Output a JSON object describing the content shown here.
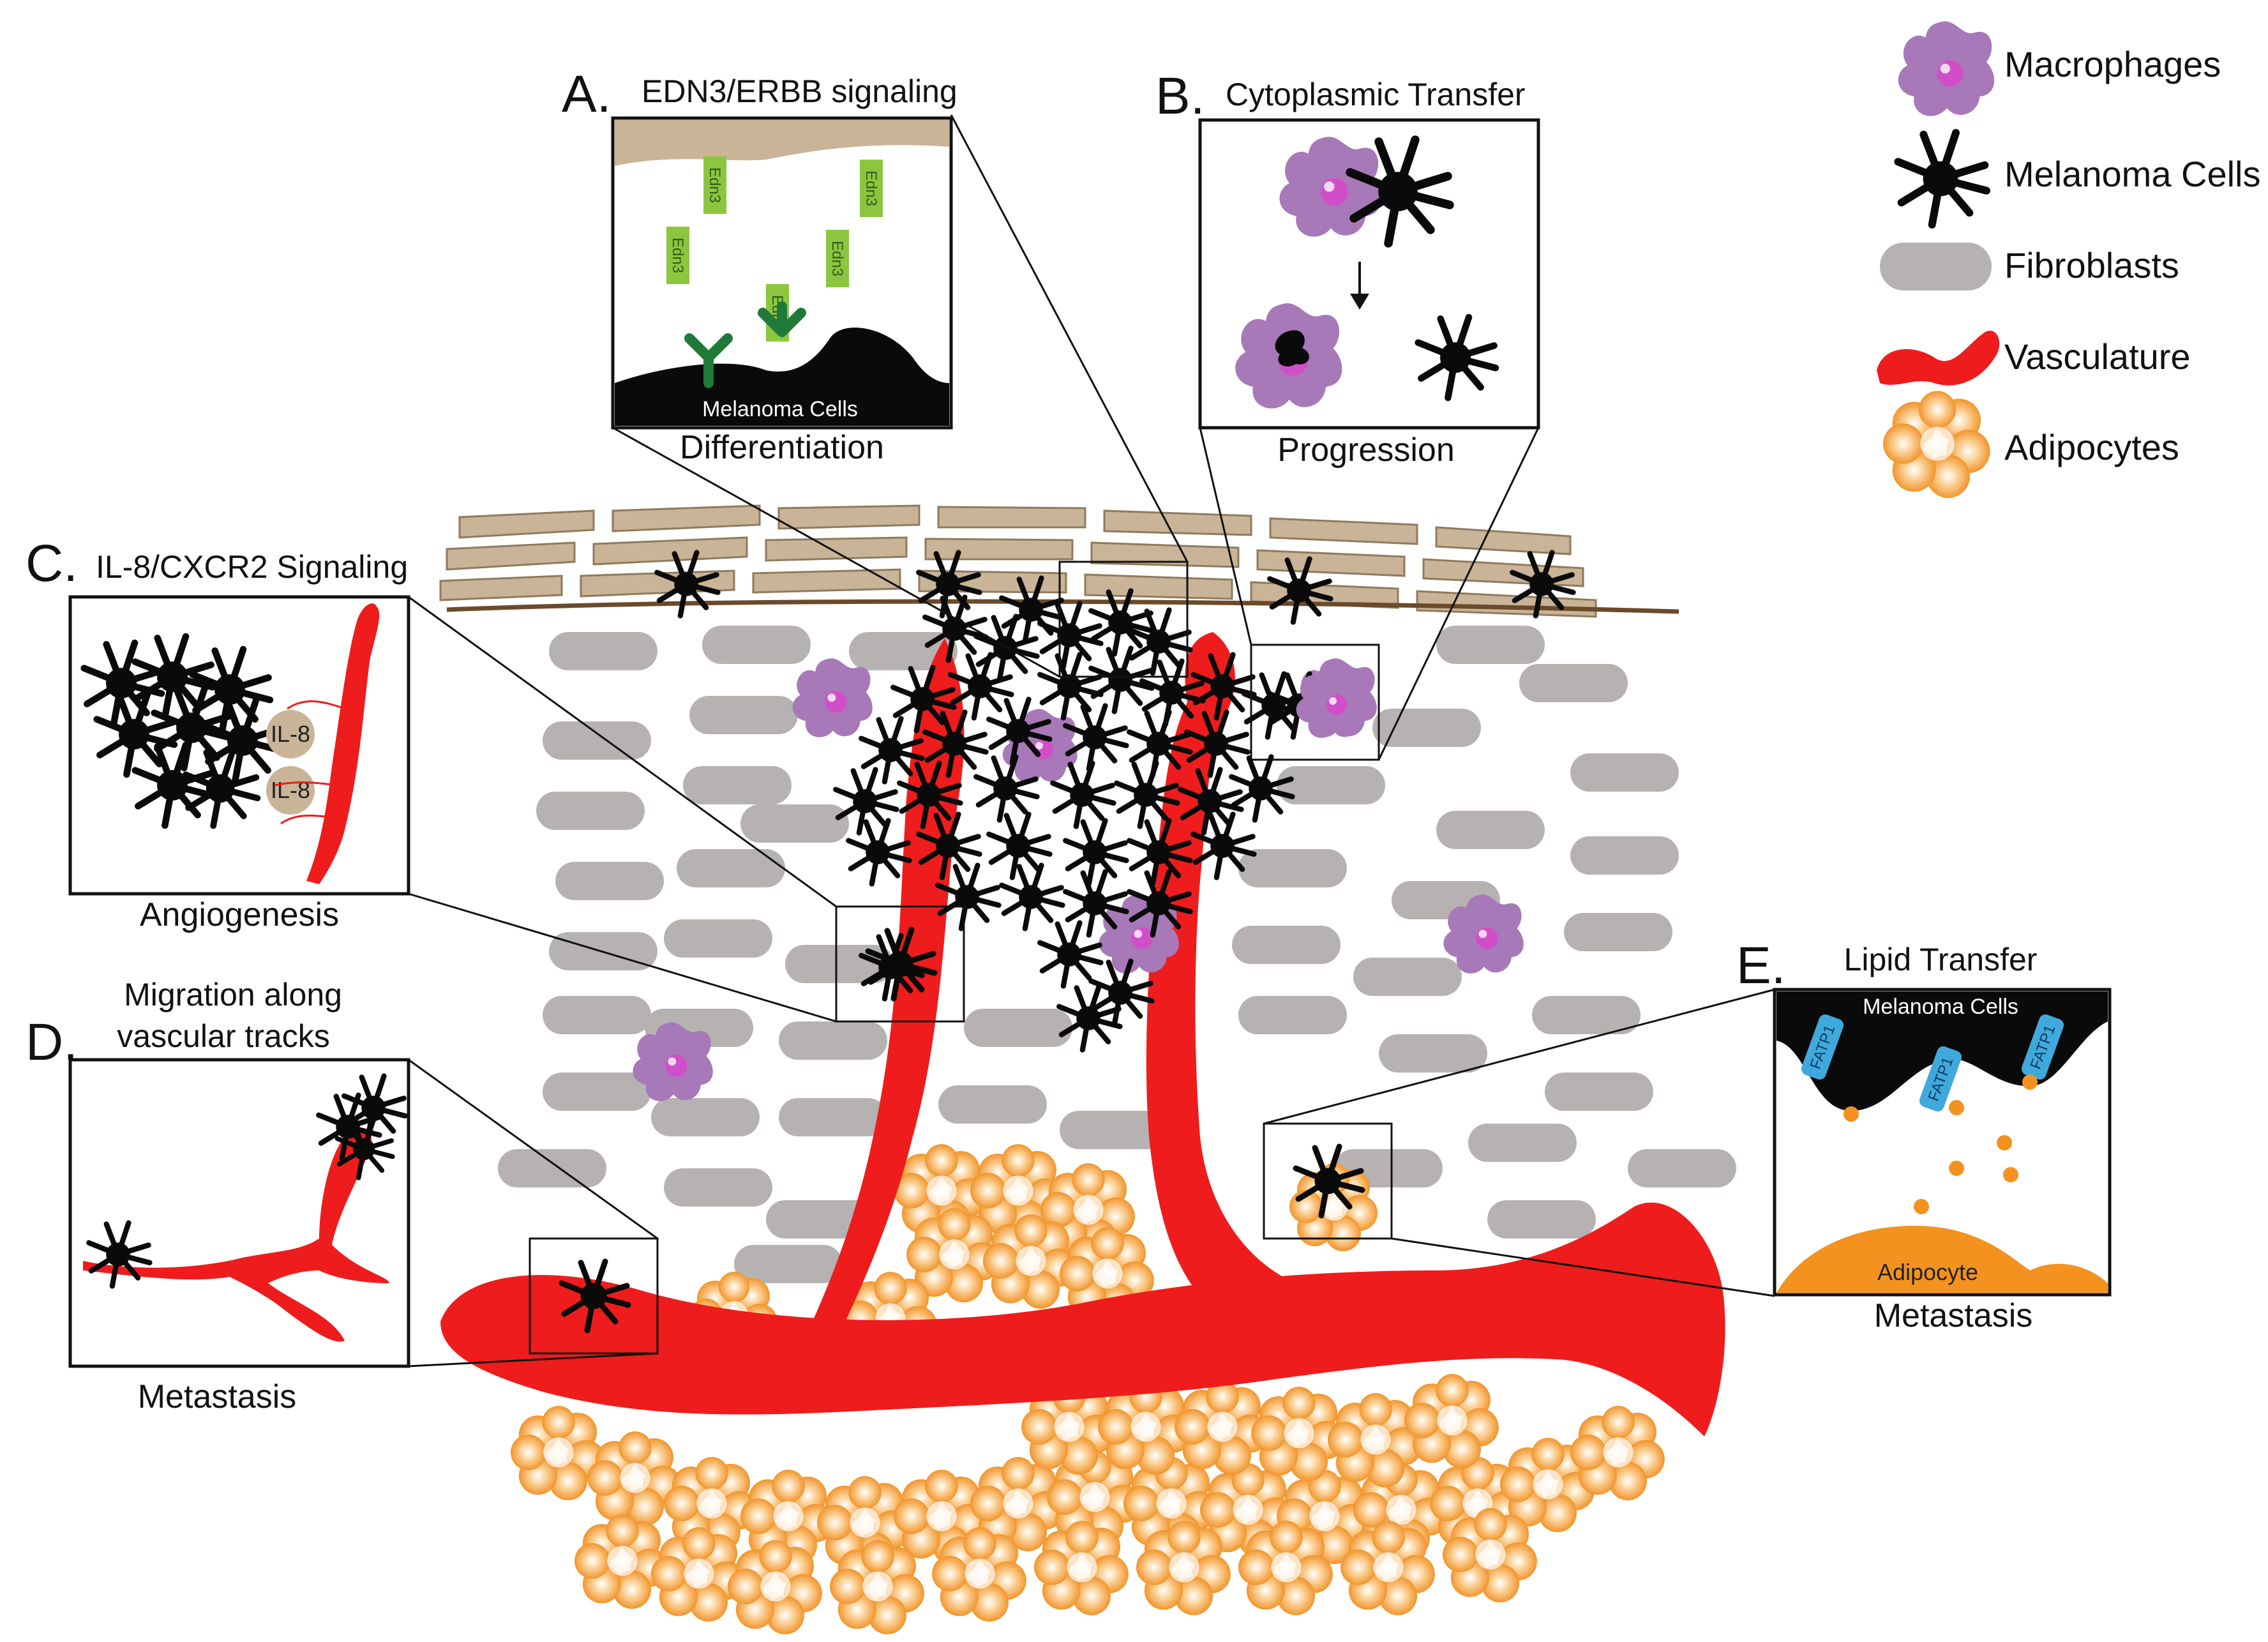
{
  "legend": {
    "macrophages": "Macrophages",
    "melanoma_cells": "Melanoma Cells",
    "fibroblasts": "Fibroblasts",
    "vasculature": "Vasculature",
    "adipocytes": "Adipocytes"
  },
  "panels": {
    "a": {
      "letter": "A.",
      "title": "EDN3/ERBB signaling",
      "caption": "Differentiation",
      "ligand": "Edn3",
      "cells_label": "Melanoma Cells"
    },
    "b": {
      "letter": "B.",
      "title": "Cytoplasmic Transfer",
      "caption": "Progression"
    },
    "c": {
      "letter": "C.",
      "title": "IL-8/CXCR2 Signaling",
      "caption": "Angiogenesis",
      "cytokine": "IL-8"
    },
    "d": {
      "letter": "D.",
      "title_line1": "Migration along",
      "title_line2": "vascular tracks",
      "caption": "Metastasis"
    },
    "e": {
      "letter": "E.",
      "title": "Lipid Transfer",
      "caption": "Metastasis",
      "cells_label": "Melanoma Cells",
      "transporter": "FATP1",
      "adipocyte_label": "Adipocyte"
    }
  },
  "colors": {
    "melanoma": "#0a0a0a",
    "vasculature": "#ee1c1c",
    "fibroblast": "#b7b2b2",
    "macrophage": "#a779b8",
    "adipocyte": "#f4921f",
    "epidermis": "#c9b497",
    "edn3": "#8cc63f",
    "receptor": "#1f7a3a",
    "fatp1": "#3fa9dc"
  }
}
